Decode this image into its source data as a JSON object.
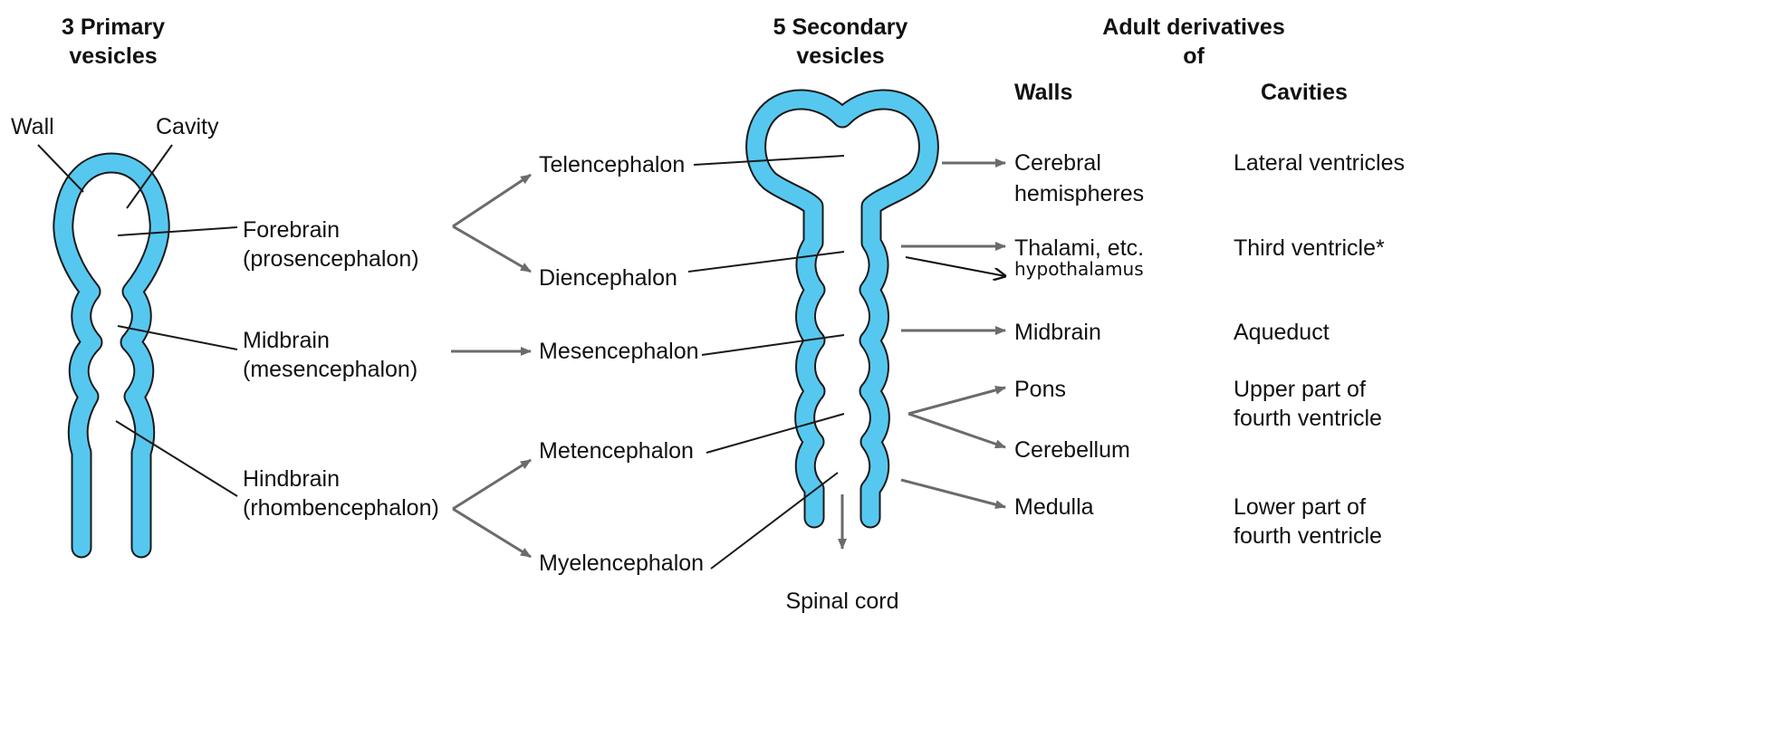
{
  "colors": {
    "vesicle_wall_fill": "#56c8f0",
    "vesicle_wall_outline": "#1a1a1a",
    "arrow": "#6b6b6b",
    "text": "#111111"
  },
  "headers": {
    "primary_line1": "3 Primary",
    "primary_line2": "vesicles",
    "secondary_line1": "5 Secondary",
    "secondary_line2": "vesicles",
    "adult_line1": "Adult derivatives",
    "adult_line2": "of",
    "walls": "Walls",
    "cavities": "Cavities"
  },
  "primary_vesicle": {
    "wall_label": "Wall",
    "cavity_label": "Cavity",
    "forebrain": [
      "Forebrain",
      "(prosencephalon)"
    ],
    "midbrain": [
      "Midbrain",
      "(mesencephalon)"
    ],
    "hindbrain": [
      "Hindbrain",
      "(rhombencephalon)"
    ]
  },
  "secondary_vesicles": {
    "telencephalon": "Telencephalon",
    "diencephalon": "Diencephalon",
    "mesencephalon": "Mesencephalon",
    "metencephalon": "Metencephalon",
    "myelencephalon": "Myelencephalon",
    "spinal_cord": "Spinal cord"
  },
  "walls": {
    "cerebral": [
      "Cerebral",
      "hemispheres"
    ],
    "thalami": "Thalami, etc.",
    "hypothalamus": "hypothalamus",
    "midbrain": "Midbrain",
    "pons": "Pons",
    "cerebellum": "Cerebellum",
    "medulla": "Medulla"
  },
  "cavities": {
    "lateral": "Lateral ventricles",
    "third": "Third ventricle*",
    "aqueduct": "Aqueduct",
    "upper_fourth": [
      "Upper part of",
      "fourth ventricle"
    ],
    "lower_fourth": [
      "Lower part of",
      "fourth ventricle"
    ]
  }
}
